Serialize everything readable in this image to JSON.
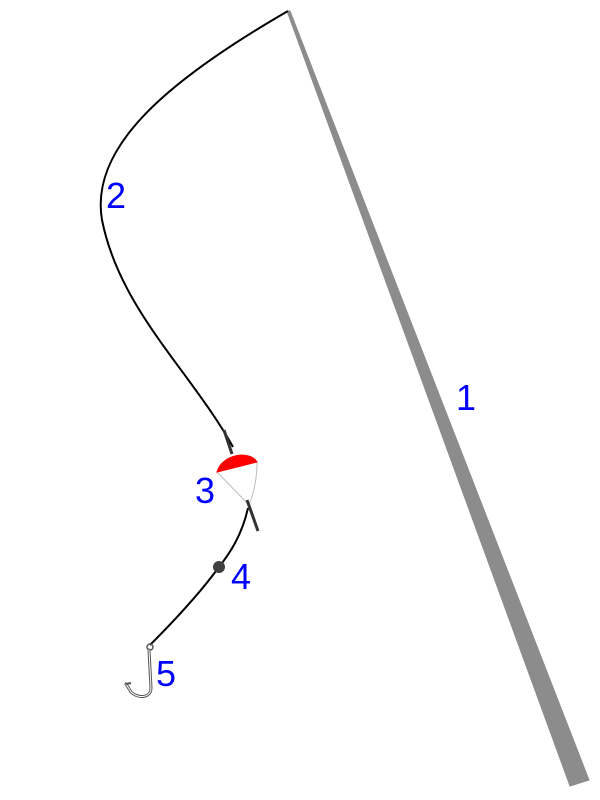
{
  "labels": {
    "rod": "1",
    "line": "2",
    "float": "3",
    "sinker": "4",
    "hook": "5"
  },
  "colors": {
    "rod": "#8c8c8c",
    "line": "#000000",
    "float_top": "#ff0000",
    "float_body": "#ffffff",
    "float_outline": "#bbbbbb",
    "sinker": "#404040",
    "hook": "#555555",
    "label_text": "#0000ff"
  }
}
